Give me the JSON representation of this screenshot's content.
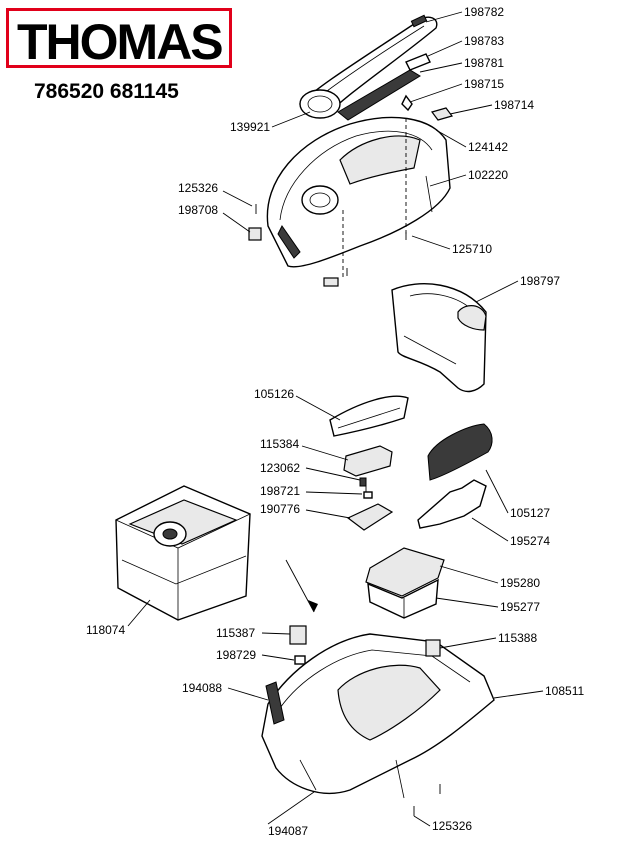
{
  "brand": {
    "name": "THOMAS",
    "accent": "#e1001a"
  },
  "model_numbers": "786520 681145",
  "callouts": [
    {
      "id": "c198782",
      "label": "198782"
    },
    {
      "id": "c198783",
      "label": "198783"
    },
    {
      "id": "c198781",
      "label": "198781"
    },
    {
      "id": "c198715",
      "label": "198715"
    },
    {
      "id": "c198714",
      "label": "198714"
    },
    {
      "id": "c139921",
      "label": "139921"
    },
    {
      "id": "c124142",
      "label": "124142"
    },
    {
      "id": "c102220",
      "label": "102220"
    },
    {
      "id": "c125326a",
      "label": "125326"
    },
    {
      "id": "c198708",
      "label": "198708"
    },
    {
      "id": "c125710",
      "label": "125710"
    },
    {
      "id": "c198797",
      "label": "198797"
    },
    {
      "id": "c105126",
      "label": "105126"
    },
    {
      "id": "c115384",
      "label": "115384"
    },
    {
      "id": "c123062",
      "label": "123062"
    },
    {
      "id": "c198721",
      "label": "198721"
    },
    {
      "id": "c190776",
      "label": "190776"
    },
    {
      "id": "c105127",
      "label": "105127"
    },
    {
      "id": "c195274",
      "label": "195274"
    },
    {
      "id": "c195280",
      "label": "195280"
    },
    {
      "id": "c195277",
      "label": "195277"
    },
    {
      "id": "c118074",
      "label": "118074"
    },
    {
      "id": "c115387",
      "label": "115387"
    },
    {
      "id": "c115388",
      "label": "115388"
    },
    {
      "id": "c198729",
      "label": "198729"
    },
    {
      "id": "c194088",
      "label": "194088"
    },
    {
      "id": "c108511",
      "label": "108511"
    },
    {
      "id": "c194087",
      "label": "194087"
    },
    {
      "id": "c125326b",
      "label": "125326"
    }
  ]
}
